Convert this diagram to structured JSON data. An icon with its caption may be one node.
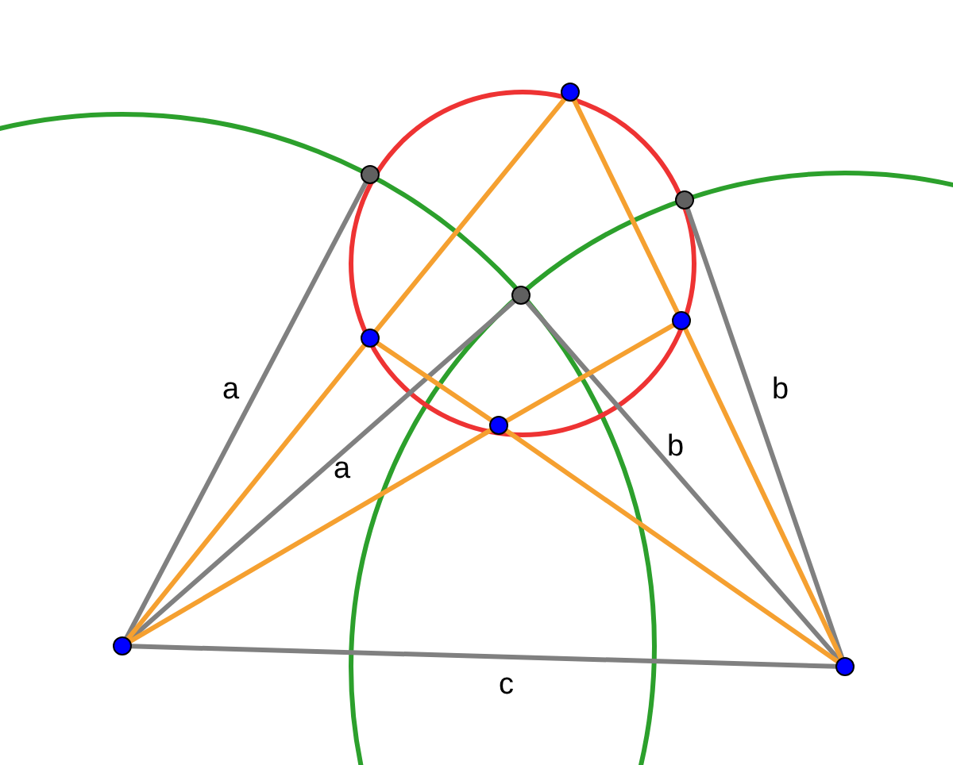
{
  "diagram": {
    "nodes": [
      {
        "text": [],
        "shape": "circle"
      },
      {
        "text": [],
        "shape": "circle"
      },
      {
        "text": [],
        "shape": "circle"
      },
      {
        "text": [],
        "shape": "circle"
      },
      {
        "text": [],
        "shape": "circle"
      },
      {
        "text": [],
        "shape": "circle"
      },
      {
        "text": [],
        "shape": "circle"
      },
      {
        "text": [],
        "shape": "circle"
      },
      {
        "text": [],
        "shape": "circle"
      }
    ],
    "edges": [
      {
        "from": 0,
        "to": 3,
        "arrow": "none",
        "label": "a",
        "color": "#808080"
      },
      {
        "from": 0,
        "to": 5,
        "arrow": "none",
        "label": "a",
        "color": "#808080"
      },
      {
        "from": 0,
        "to": 1,
        "arrow": "none",
        "label": "c",
        "color": "#808080"
      },
      {
        "from": 1,
        "to": 4,
        "arrow": "none",
        "label": "b",
        "color": "#808080"
      },
      {
        "from": 1,
        "to": 5,
        "arrow": "none",
        "label": "b",
        "color": "#808080"
      },
      {
        "from": 0,
        "to": 6,
        "arrow": "none"
      },
      {
        "from": 6,
        "to": 2,
        "arrow": "none"
      },
      {
        "from": 1,
        "to": 7,
        "arrow": "none"
      },
      {
        "from": 7,
        "to": 2,
        "arrow": "none"
      },
      {
        "from": 0,
        "to": 8,
        "arrow": "none"
      },
      {
        "from": 8,
        "to": 7,
        "arrow": "none"
      },
      {
        "from": 1,
        "to": 8,
        "arrow": "none"
      },
      {
        "from": 8,
        "to": 6,
        "arrow": "none"
      }
    ]
  }
}
